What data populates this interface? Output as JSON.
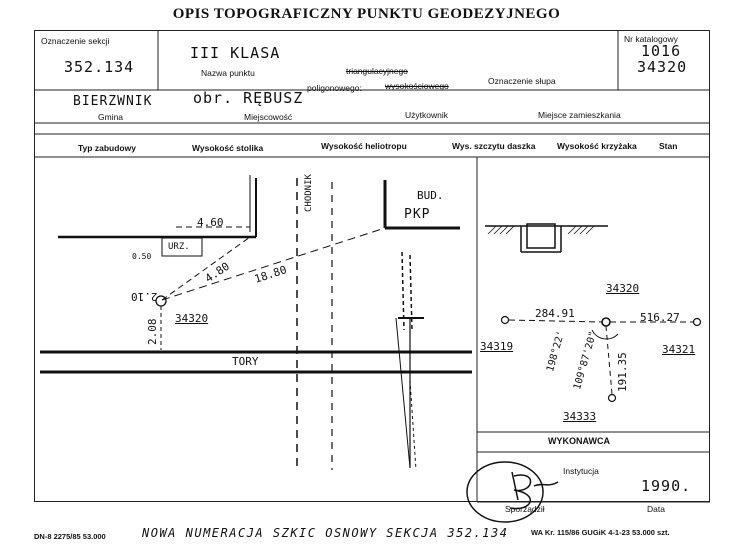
{
  "title": "OPIS TOPOGRAFICZNY PUNKTU GEODEZYJNEGO",
  "header": {
    "section_label": "Oznaczenie sekcji",
    "section_value": "352.134",
    "point_name_value": "III KLASA",
    "point_name_label": "Nazwa punktu",
    "triang": "triangulacyjnego",
    "polyg_label": "poligonowego:",
    "polyg_struck": "wysokościowego",
    "pillar_label": "Oznaczenie słupa",
    "catalog_label": "Nr katalogowy",
    "catalog_1": "1016",
    "catalog_2": "34320",
    "gmina_value": "BIERZWNIK",
    "obr_value": "obr. RĘBUSZ",
    "gmina_label": "Gmina",
    "miejsc_label": "Miejscowość",
    "user_label": "Użytkownik",
    "residence_label": "Miejsce zamieszkania"
  },
  "row3": {
    "c1": "Typ zabudowy",
    "c2": "Wysokość stolika",
    "c3": "Wysokość heliotropu",
    "c4": "Wys. szczytu daszka",
    "c5": "Wysokość krzyżaka",
    "c6": "Stan"
  },
  "sketch": {
    "chodnik": "CHODNIK",
    "bud_1": "BUD.",
    "bud_2": "PKP",
    "d_460": "4.60",
    "urz": "URZ.",
    "d_050": "0.50",
    "d_210": "2.10",
    "d_480": "4.80",
    "d_1880": "18.80",
    "d_208": "2.08",
    "point": "34320",
    "tory": "TORY"
  },
  "network": {
    "center": "34320",
    "left": "34319",
    "right": "34321",
    "bottom": "34333",
    "d_left": "284.91",
    "d_right": "516.27",
    "d_bottom": "191.35",
    "ang_1": "198°22'",
    "ang_2": "109°87'20\""
  },
  "footer_box": {
    "wykonawca_label": "WYKONAWCA",
    "instytucja_label": "Instytucja",
    "date_value": "1990.",
    "sporzadzil_label": "Sporządził",
    "data_label": "Data"
  },
  "footer": {
    "form_code": "DN-8  2275/85  53.000",
    "note": "NOWA NUMERACJA SZKIC OSNOWY SEKCJA 352.134",
    "print_code": "WA Kr. 115/86 GUGiK 4-1-23 53.000 szt."
  }
}
